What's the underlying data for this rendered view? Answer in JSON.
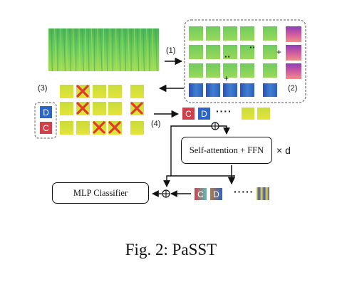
{
  "labels": {
    "step1": "(1)",
    "step2": "(2)",
    "step3": "(3)",
    "step4": "(4)",
    "dots_top": "··",
    "dots_top_right": "··",
    "plus_mid": "+",
    "plus_right": "+",
    "dots_seq": "····",
    "dots_out": "·····",
    "times_d": "× d"
  },
  "tokens": {
    "distill": "D",
    "cls": "C"
  },
  "boxes": {
    "transformer": "Self-attention + FFN",
    "classifier": "MLP Classifier"
  },
  "caption": "Fig. 2: PaSST",
  "colors": {
    "spectrogram_green": "#5cc85a",
    "patch_green": "#86d25e",
    "patch_yellow": "#d6e23a",
    "freq_pos_magenta": "#c04fa0",
    "time_pos_blue": "#2f6fc1",
    "token_D": "#2f63c4",
    "token_C": "#d0404a",
    "drop_cross": "#e23a2a"
  },
  "icons": [
    "arrow-right-icon",
    "arrow-left-icon",
    "circle-plus-icon",
    "cross-icon"
  ]
}
